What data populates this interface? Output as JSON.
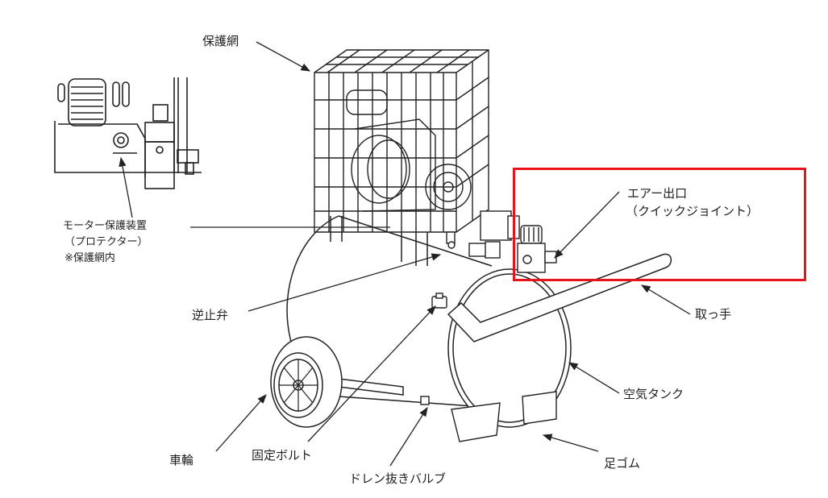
{
  "labels": {
    "guard_net": "保護網",
    "motor_protector": "モーター保護装置",
    "motor_protector_sub": "（プロテクター）",
    "motor_protector_note": "※保護網内",
    "check_valve": "逆止弁",
    "air_outlet": "エアー出口",
    "air_outlet_sub": "（クイックジョイント）",
    "handle": "取っ手",
    "air_tank": "空気タンク",
    "wheel": "車輪",
    "fixing_bolt": "固定ボルト",
    "drain_valve": "ドレン抜きバルブ",
    "rubber_foot": "足ゴム"
  },
  "highlight": {
    "color": "#e8141c",
    "target": "air_outlet"
  }
}
